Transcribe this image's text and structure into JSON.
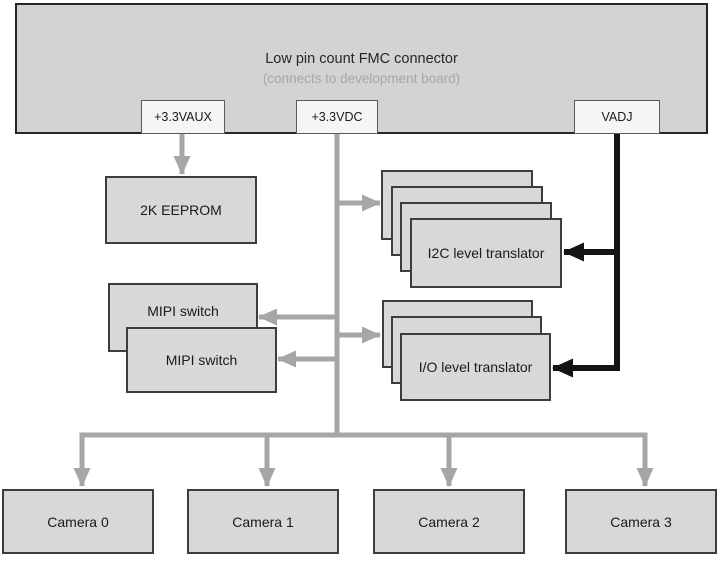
{
  "connector": {
    "title": "Low pin count FMC connector",
    "subtitle": "(connects to development board)"
  },
  "power_rails": {
    "vaux": "+3.3VAUX",
    "vdc": "+3.3VDC",
    "vadj": "VADJ"
  },
  "blocks": {
    "eeprom": "2K EEPROM",
    "mipi_switch_0": "MIPI switch",
    "mipi_switch_1": "MIPI switch",
    "i2c_level_translator": "I2C level translator",
    "io_level_translator": "I/O level translator"
  },
  "cameras": [
    "Camera 0",
    "Camera 1",
    "Camera 2",
    "Camera 3"
  ],
  "colors": {
    "connector_fill": "#d3d3d3",
    "block_fill": "#d8d8d8",
    "block_border": "#3d3d3d",
    "rail_fill": "#f5f5f5",
    "gray_wire": "#a6a6a6",
    "black_wire": "#141414",
    "subtitle_text": "#a6a6a6"
  }
}
